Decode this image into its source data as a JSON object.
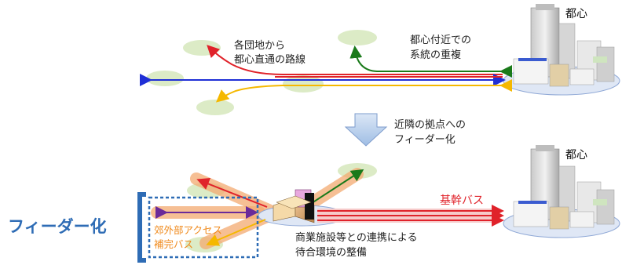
{
  "top": {
    "city_label": "都心",
    "direct_routes_label": [
      "各団地から",
      "都心直通の路線"
    ],
    "overlap_label": [
      "都心付近での",
      "系統の重複"
    ]
  },
  "transition": {
    "label": [
      "近隣の拠点への",
      "フィーダー化"
    ]
  },
  "bottom": {
    "city_label": "都心",
    "trunk_bus_label": "基幹バス",
    "feeder_title": "フィーダー化",
    "supplement_label": [
      "郊外部アクセス",
      "補完バス"
    ],
    "hub_label": [
      "商業施設等との連携による",
      "待合環境の整備"
    ]
  },
  "colors": {
    "red": "#e0222a",
    "blue": "#1f2fd6",
    "green": "#1a7a1a",
    "yellow": "#f5b800",
    "purple": "#6a2a9a",
    "feeder_blue": "#2e6cb5",
    "orange_band": "#f3a970",
    "town_green": "#dcebc6"
  }
}
